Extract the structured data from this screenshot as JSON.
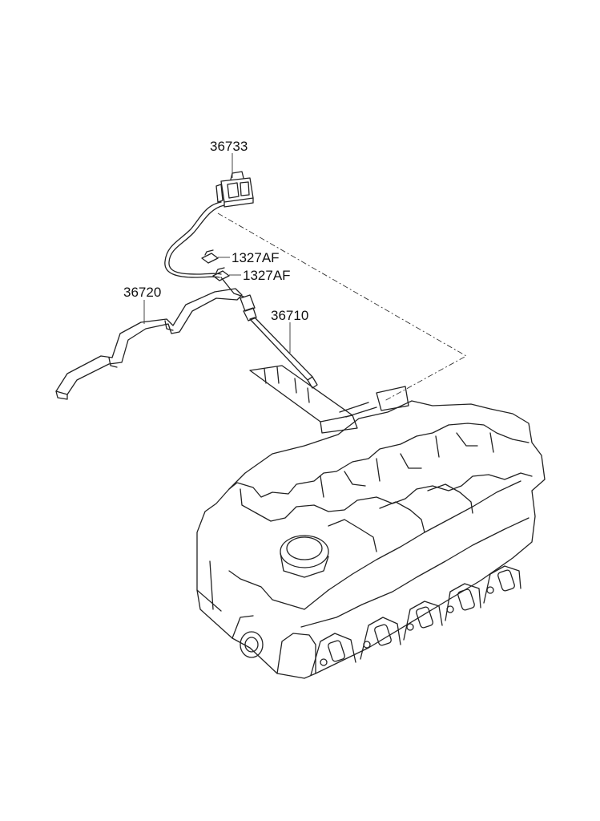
{
  "callouts": {
    "connector": "36733",
    "clip_upper": "1327AF",
    "clip_lower": "1327AF",
    "bracket": "36720",
    "sensor": "36710"
  }
}
